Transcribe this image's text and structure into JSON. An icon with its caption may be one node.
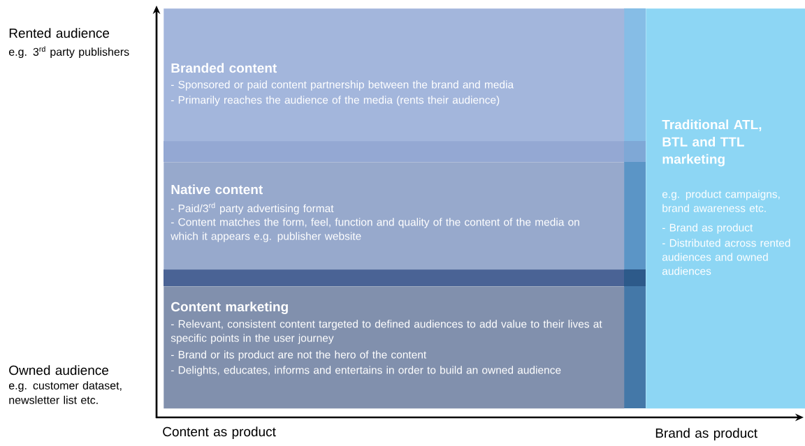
{
  "diagram": {
    "nodes": [
      {
        "text": [
          "Branded content",
          "- Sponsored or paid content partnership between the brand and media",
          "- Primarily reaches the audience of the media (rents their audience)"
        ]
      },
      {
        "text": [
          "Native content",
          "- Paid/3$^{rd}$ party advertising format",
          "- Content matches the form, feel, function and quality of the content of the media on which it appears e.g. publisher website"
        ]
      },
      {
        "text": [
          "Content marketing",
          "- Relevant, consistent content targeted to defined audiences to add value to their lives at specific points in the user journey",
          "- Brand or its product are not the hero of the content",
          "- Delights, educates, informs and entertains in order to build an owned audience"
        ]
      },
      {
        "text": [
          "Traditional ATL, BTL and TTL marketing",
          "e.g. product campaigns, brand awareness etc.",
          "- Brand as product",
          "- Distributed across rented audiences and owned audiences"
        ]
      }
    ],
    "labels": [
      "Rented audience",
      "e.g. 3$^{rd}$ party publishers",
      "Owned audience",
      "e.g. customer dataset, newsletter list etc.",
      "Content as product",
      "Brand as product"
    ]
  }
}
